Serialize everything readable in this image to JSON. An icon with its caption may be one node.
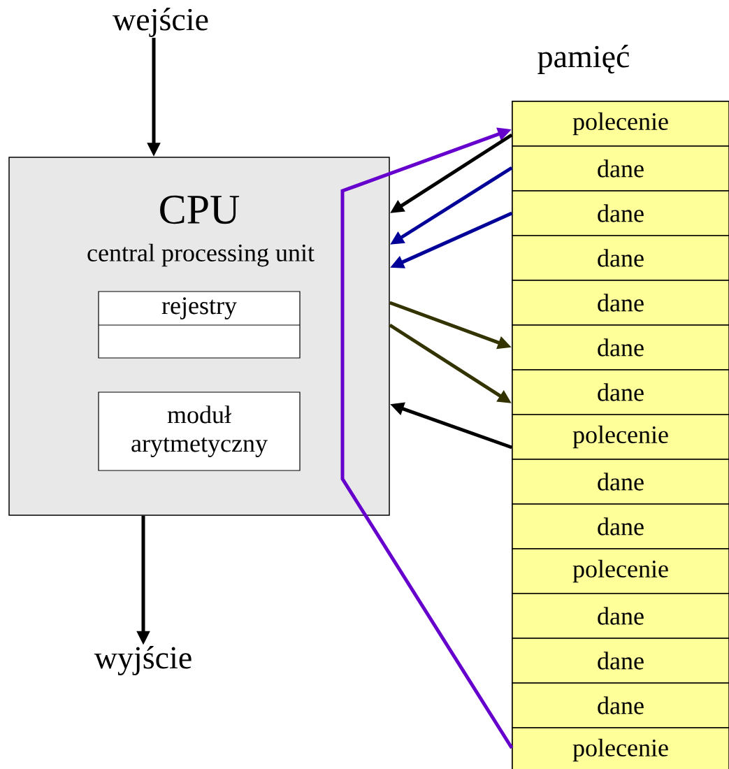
{
  "diagram": {
    "nodes": [
      {
        "text": [
          "wejście"
        ]
      },
      {
        "text": [
          "CPU",
          "central processing unit"
        ]
      },
      {
        "text": [
          "rejestry"
        ],
        "in": 1
      },
      {
        "text": [
          "moduł arytmetyczny"
        ],
        "in": 1
      },
      {
        "text": [
          "wyjście"
        ]
      },
      {
        "text": [
          "pamięć"
        ]
      },
      {
        "text": [
          "polecenie"
        ],
        "in": 5
      },
      {
        "text": [
          "dane"
        ],
        "in": 5
      },
      {
        "text": [
          "dane"
        ],
        "in": 5
      },
      {
        "text": [
          "dane"
        ],
        "in": 5
      },
      {
        "text": [
          "dane"
        ],
        "in": 5
      },
      {
        "text": [
          "dane"
        ],
        "in": 5
      },
      {
        "text": [
          "dane"
        ],
        "in": 5
      },
      {
        "text": [
          "polecenie"
        ],
        "in": 5
      },
      {
        "text": [
          "dane"
        ],
        "in": 5
      },
      {
        "text": [
          "dane"
        ],
        "in": 5
      },
      {
        "text": [
          "polecenie"
        ],
        "in": 5
      },
      {
        "text": [
          "dane"
        ],
        "in": 5
      },
      {
        "text": [
          "dane"
        ],
        "in": 5
      },
      {
        "text": [
          "dane"
        ],
        "in": 5
      },
      {
        "text": [
          "polecenie"
        ],
        "in": 5
      }
    ],
    "edges": [
      {
        "from": 0,
        "to": 1,
        "arrow": "to"
      },
      {
        "from": 1,
        "to": 4,
        "arrow": "to"
      },
      {
        "from": 20,
        "to": 6,
        "arrow": "to",
        "color": "#6600cc"
      },
      {
        "from": 6,
        "to": 1,
        "arrow": "to"
      },
      {
        "from": 7,
        "to": 1,
        "arrow": "to",
        "color": "#000099"
      },
      {
        "from": 8,
        "to": 1,
        "arrow": "to",
        "color": "#000099"
      },
      {
        "from": 1,
        "to": 11,
        "arrow": "to",
        "color": "#333300"
      },
      {
        "from": 1,
        "to": 12,
        "arrow": "to",
        "color": "#333300"
      },
      {
        "from": 13,
        "to": 1,
        "arrow": "to"
      }
    ]
  }
}
